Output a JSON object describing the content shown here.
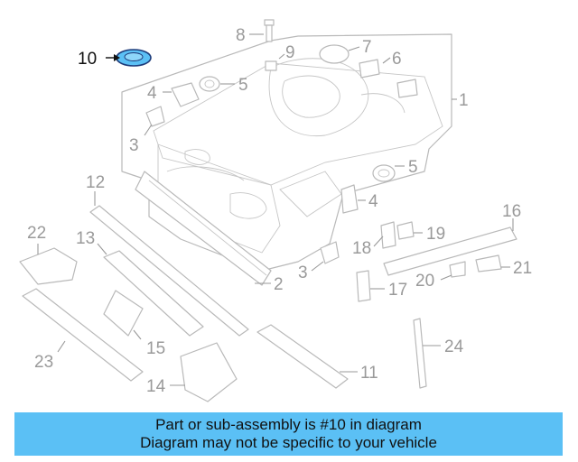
{
  "highlight_color": "#5bc0f5",
  "callouts": {
    "c1": "1",
    "c2": "2",
    "c3a": "3",
    "c3b": "3",
    "c4a": "4",
    "c4b": "4",
    "c5a": "5",
    "c5b": "5",
    "c6": "6",
    "c7": "7",
    "c8": "8",
    "c9": "9",
    "c10": "10",
    "c11": "11",
    "c12": "12",
    "c13": "13",
    "c14": "14",
    "c15": "15",
    "c16": "16",
    "c17": "17",
    "c18": "18",
    "c19": "19",
    "c20": "20",
    "c21": "21",
    "c22": "22",
    "c23": "23",
    "c24": "24"
  },
  "banner": {
    "line1": "Part or sub-assembly is #10 in diagram",
    "line2": "Diagram may not be specific to your vehicle"
  }
}
